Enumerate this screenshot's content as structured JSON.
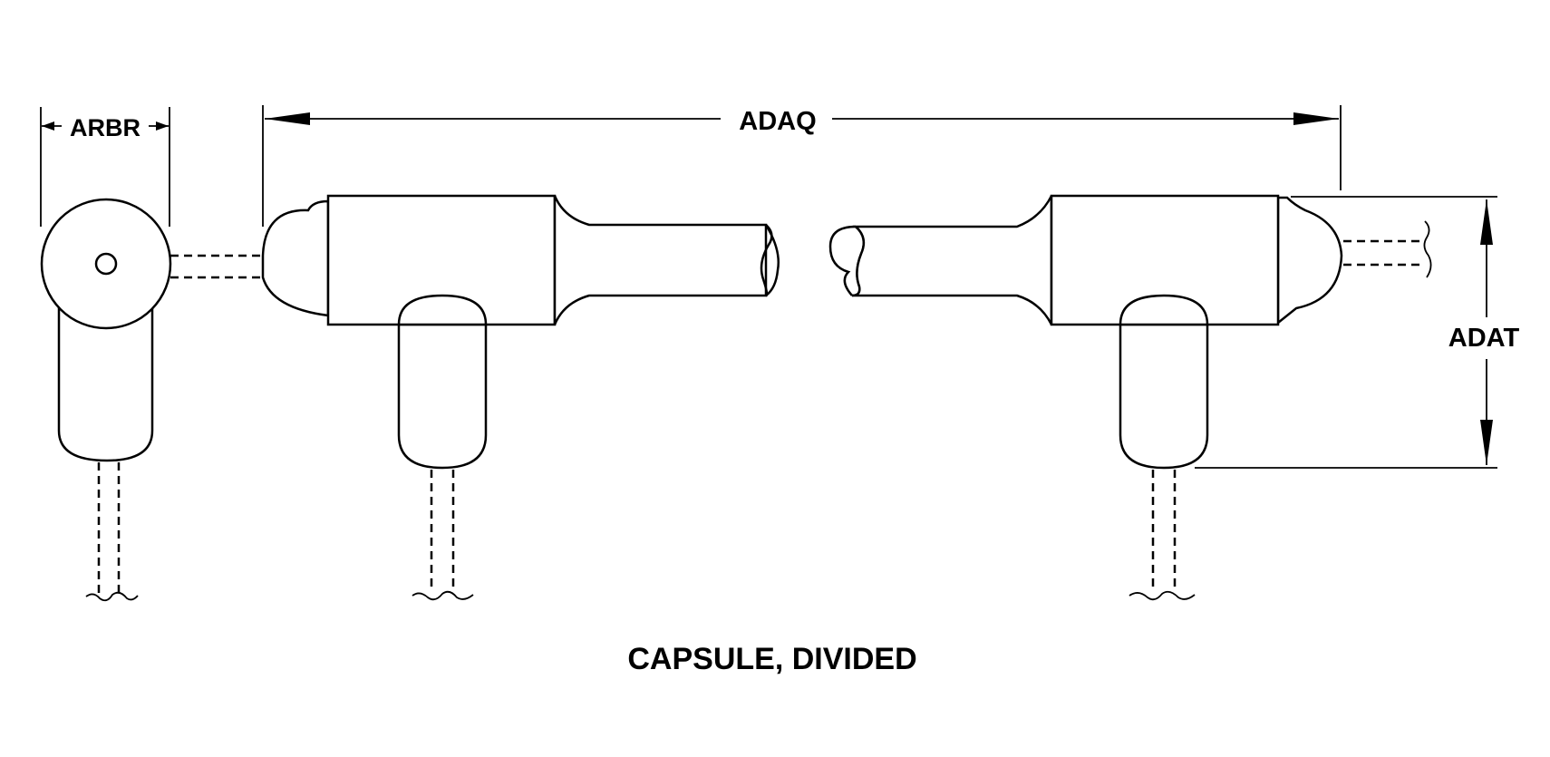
{
  "labels": {
    "arbr": "ARBR",
    "adaq": "ADAQ",
    "adat": "ADAT",
    "caption": "CAPSULE, DIVIDED"
  }
}
